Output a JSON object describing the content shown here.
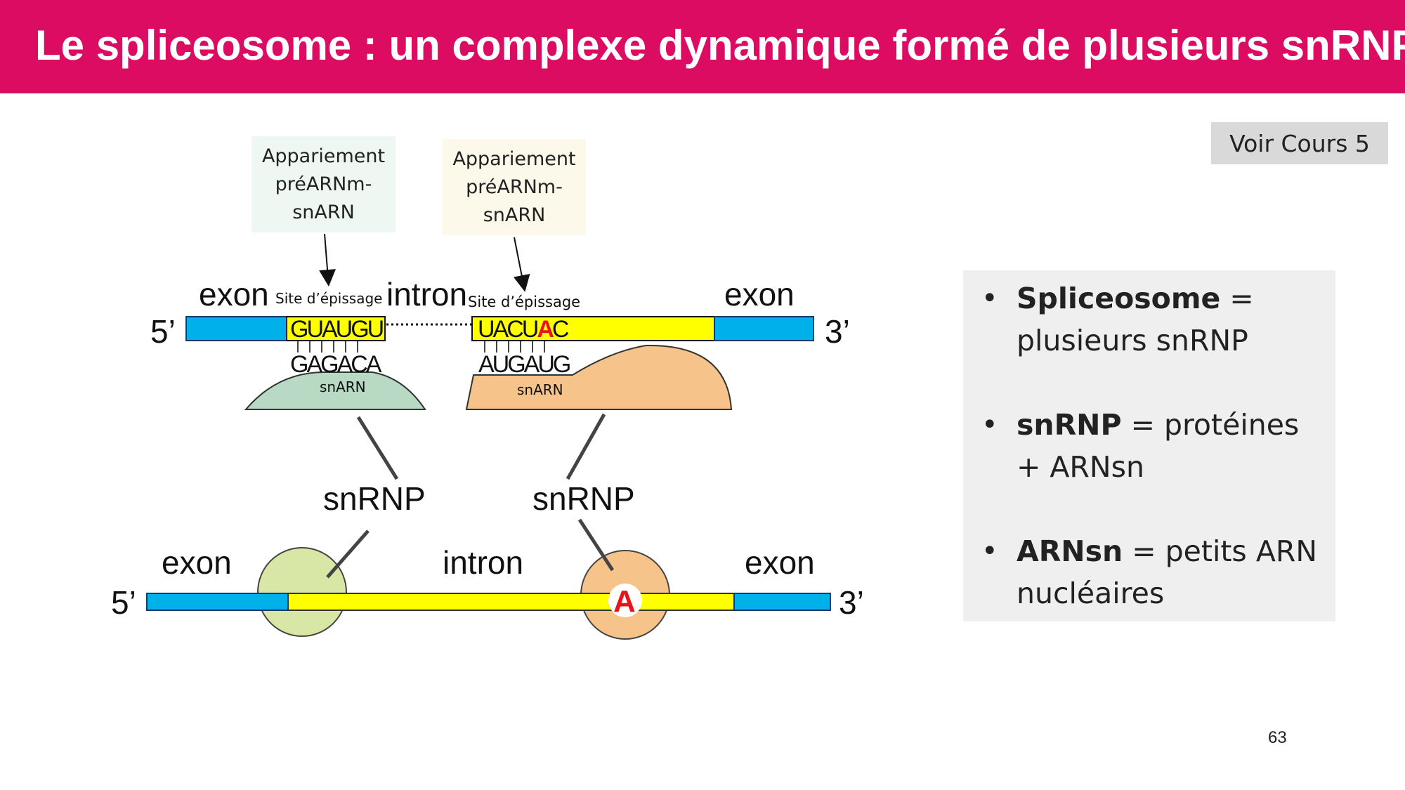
{
  "header": {
    "title": "Le spliceosome : un complexe dynamique formé de plusieurs snRNP",
    "background": "#dc0c62"
  },
  "button": {
    "label": "Voir Cours 5"
  },
  "callouts": [
    {
      "lines": [
        "Appariement",
        "préARNm-",
        "snARN"
      ],
      "background": "#eef7f1"
    },
    {
      "lines": [
        "Appariement",
        "préARNm-",
        "snARN"
      ],
      "background": "#fcf8ea"
    }
  ],
  "diagram": {
    "top": {
      "five_prime": "5’",
      "three_prime": "3’",
      "exon_left": "exon",
      "intron": "intron",
      "exon_right": "exon",
      "site_left": "Site d’épissage",
      "site_right": "Site d’épissage",
      "seq_donor": "GUAUGU",
      "seq_branch_prefix": "UACU",
      "seq_branch_A": "A",
      "seq_branch_suffix": "C",
      "snrna_left_seq": "GAGACA",
      "snrna_right_seq": "AUGAUG",
      "snrna_left_label": "snARN",
      "snrna_right_label": "snARN"
    },
    "middle": {
      "snrnp_left": "snRNP",
      "snrnp_right": "snRNP"
    },
    "bottom": {
      "five_prime": "5’",
      "three_prime": "3’",
      "exon_left": "exon",
      "intron": "intron",
      "exon_right": "exon",
      "branch_A": "A"
    },
    "colors": {
      "exon": "#00b0e8",
      "intron": "#ffff00",
      "snrnp_left": "#b8d9c4",
      "snrnp_right": "#f6c38a",
      "circle_left": "#d9e7a6",
      "branch_A": "#e8141c"
    }
  },
  "info": {
    "items": [
      {
        "term": "Spliceosome",
        "definition": " = plusieurs snRNP"
      },
      {
        "term": "snRNP",
        "definition": " = protéines + ARNsn"
      },
      {
        "term": "ARNsn",
        "definition": " = petits ARN nucléaires"
      }
    ]
  },
  "page_number": "63"
}
